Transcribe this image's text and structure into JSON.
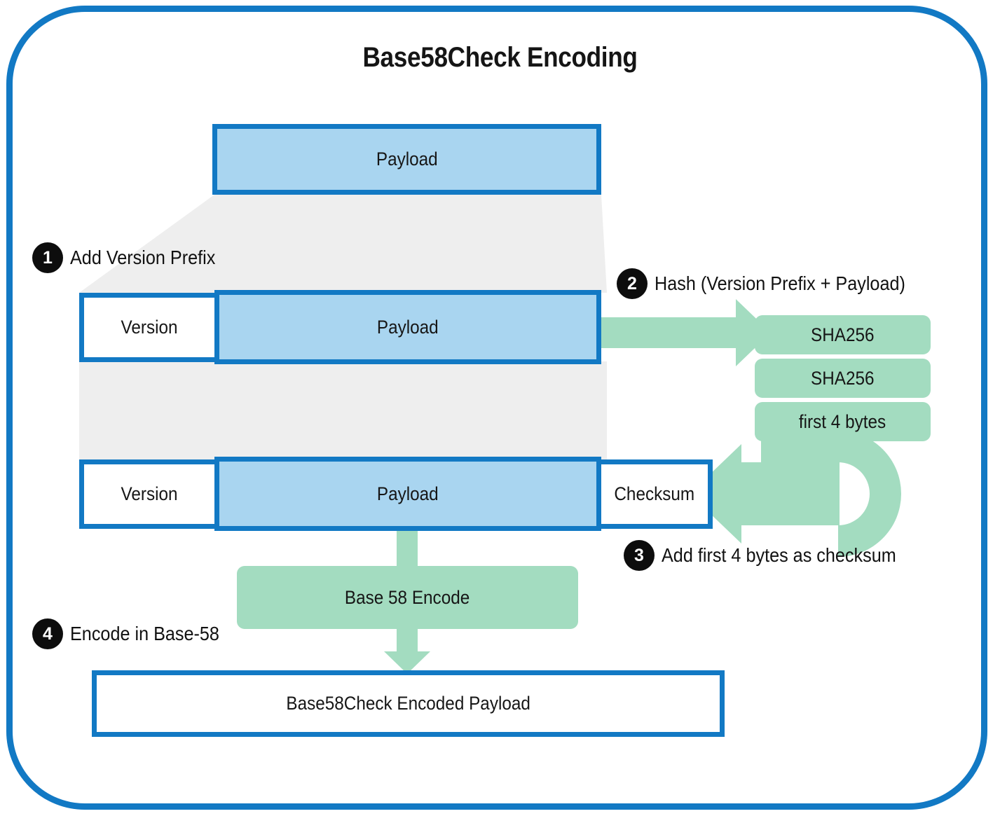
{
  "diagram": {
    "title": "Base58Check Encoding",
    "colors": {
      "frame_blue": "#1279c4",
      "box_border_blue": "#1279c4",
      "payload_fill": "#a9d5f0",
      "green_fill": "#a3dcc0",
      "grey_connector": "#eeeeee",
      "badge_black": "#0d0d0d",
      "text": "#161616"
    },
    "rows": {
      "row1": {
        "boxes": [
          {
            "label": "Payload",
            "style": "blue-fill"
          }
        ]
      },
      "row2": {
        "boxes": [
          {
            "label": "Version",
            "style": "blue-outline"
          },
          {
            "label": "Payload",
            "style": "blue-fill"
          }
        ]
      },
      "row3": {
        "boxes": [
          {
            "label": "Version",
            "style": "blue-outline"
          },
          {
            "label": "Payload",
            "style": "blue-fill"
          },
          {
            "label": "Checksum",
            "style": "blue-outline"
          }
        ]
      },
      "row4": {
        "boxes": [
          {
            "label": "Base 58 Encode",
            "style": "green"
          }
        ]
      },
      "row5": {
        "boxes": [
          {
            "label": "Base58Check Encoded Payload",
            "style": "blue-outline"
          }
        ]
      }
    },
    "hash_chain": [
      {
        "label": "SHA256"
      },
      {
        "label": "SHA256"
      },
      {
        "label": "first 4 bytes"
      }
    ],
    "steps": [
      {
        "number": "1",
        "label": "Add Version Prefix"
      },
      {
        "number": "2",
        "label": "Hash (Version Prefix + Payload)"
      },
      {
        "number": "3",
        "label": "Add first 4 bytes as checksum"
      },
      {
        "number": "4",
        "label": "Encode in Base-58"
      }
    ]
  }
}
